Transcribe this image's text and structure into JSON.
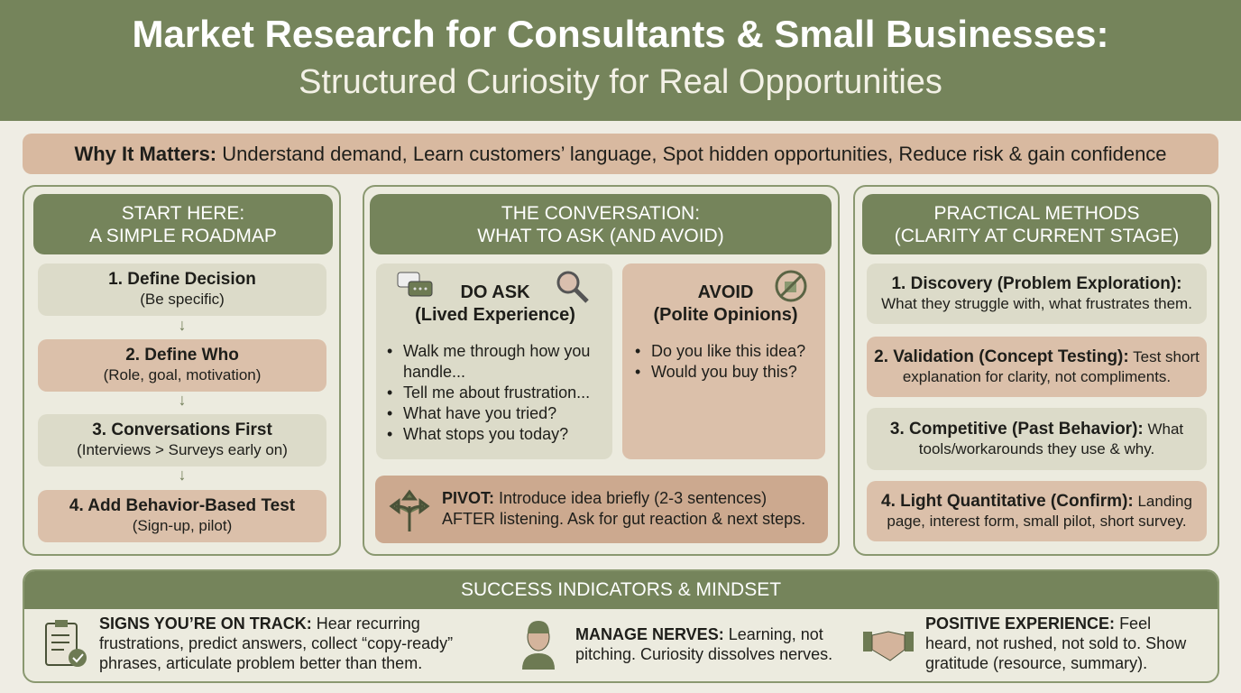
{
  "header": {
    "title": "Market Research for Consultants & Small Businesses:",
    "subtitle": "Structured Curiosity for Real Opportunities"
  },
  "why": {
    "label": "Why It Matters:",
    "text": " Understand demand, Learn customers’ language, Spot hidden opportunities, Reduce risk & gain confidence"
  },
  "roadmap": {
    "title1": "START HERE:",
    "title2": "A SIMPLE ROADMAP",
    "steps": [
      {
        "title": "1. Define Decision",
        "sub": "(Be specific)"
      },
      {
        "title": "2. Define Who",
        "sub": "(Role, goal, motivation)"
      },
      {
        "title": "3. Conversations First",
        "sub": "(Interviews > Surveys early on)"
      },
      {
        "title": "4. Add Behavior-Based Test",
        "sub": "(Sign-up, pilot)"
      }
    ],
    "arrow": "↓"
  },
  "conversation": {
    "title1": "THE CONVERSATION:",
    "title2": "WHAT TO ASK (AND AVOID)",
    "ask": {
      "title1": "DO ASK",
      "title2": "(Lived Experience)",
      "items": [
        "Walk me through how you handle...",
        "Tell me about frustration...",
        "What have you tried?",
        "What stops you today?"
      ]
    },
    "avoid": {
      "title1": "AVOID",
      "title2": "(Polite Opinions)",
      "items": [
        "Do you like this idea?",
        "Would you buy this?"
      ]
    },
    "pivot": {
      "label": "PIVOT:",
      "text": " Introduce idea briefly (2-3 sentences) AFTER listening. Ask for gut reaction & next steps."
    }
  },
  "methods": {
    "title1": "PRACTICAL METHODS",
    "title2": "(CLARITY AT CURRENT STAGE)",
    "items": [
      {
        "label": "1. Discovery (Problem Exploration):",
        "text": " What they struggle with, what frustrates them."
      },
      {
        "label": "2. Validation (Concept Testing):",
        "text": " Test short explanation for clarity, not compliments."
      },
      {
        "label": "3. Competitive (Past Behavior):",
        "text": " What tools/workarounds they use & why."
      },
      {
        "label": "4. Light Quantitative (Confirm):",
        "text": " Landing page, interest form, small pilot, short survey."
      }
    ]
  },
  "success": {
    "title": "SUCCESS INDICATORS & MINDSET",
    "items": [
      {
        "label": "SIGNS YOU’RE ON TRACK:",
        "text": " Hear recurring frustrations, predict answers, collect “copy-ready” phrases, articulate problem better than them.",
        "icon": "clipboard-check-icon"
      },
      {
        "label": "MANAGE NERVES:",
        "text": " Learning, not pitching. Curiosity dissolves nerves.",
        "icon": "person-icon"
      },
      {
        "label": "POSITIVE EXPERIENCE:",
        "text": " Feel heard, not rushed, not sold to. Show gratitude (resource, summary).",
        "icon": "handshake-icon"
      }
    ]
  },
  "colors": {
    "olive": "#75845b",
    "tan": "#dbc0aa",
    "sage": "#dcdbc9",
    "pivot": "#cca98f",
    "background": "#efede4"
  }
}
